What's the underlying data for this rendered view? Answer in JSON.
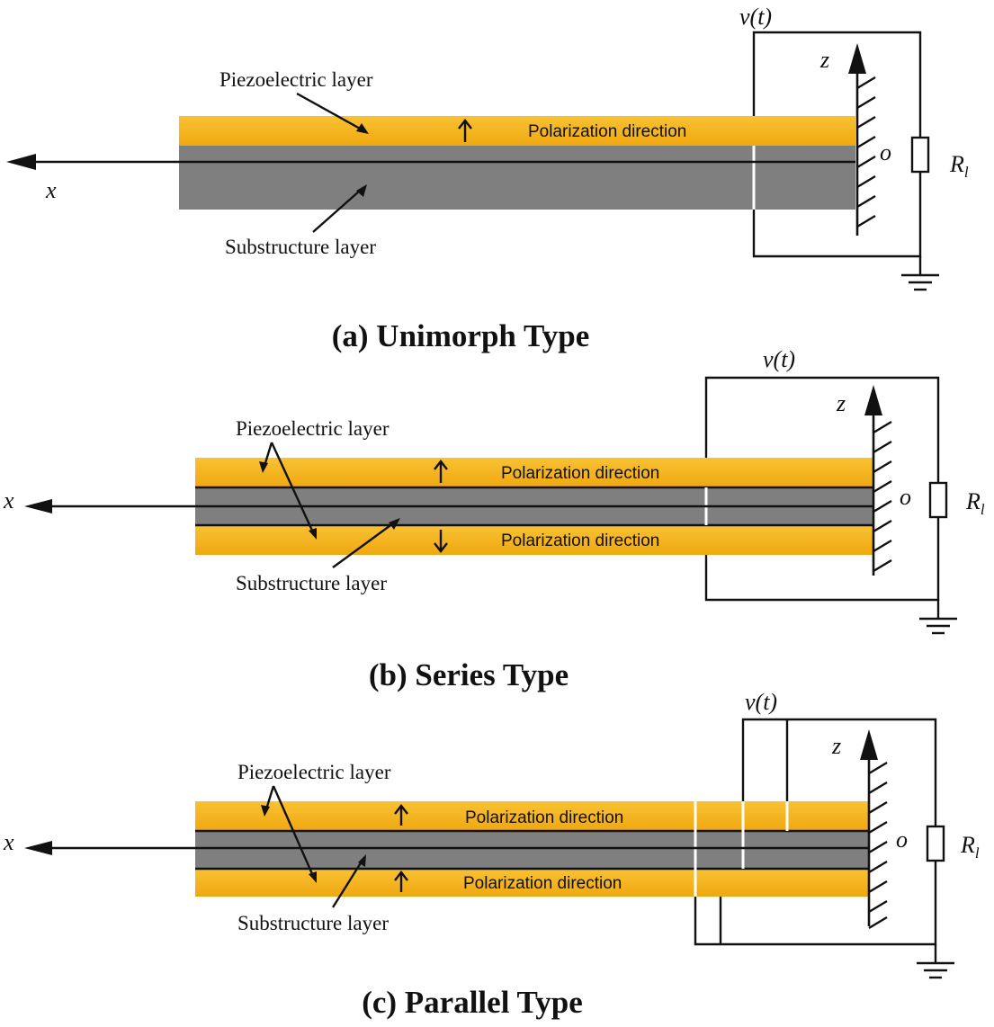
{
  "panels": [
    {
      "caption": "(a) Unimorph Type",
      "piezo_label": "Piezoelectric layer",
      "sub_label": "Substructure layer",
      "polarization": [
        "Polarization direction"
      ],
      "x_label": "x",
      "z_label": "z",
      "o_label": "o",
      "v_label": "v(t)",
      "r_label": "R",
      "r_sub": "l"
    },
    {
      "caption": "(b) Series Type",
      "piezo_label": "Piezoelectric layer",
      "sub_label": "Substructure layer",
      "polarization": [
        "Polarization direction",
        "Polarization direction"
      ],
      "x_label": "x",
      "z_label": "z",
      "o_label": "o",
      "v_label": "v(t)",
      "r_label": "R",
      "r_sub": "l"
    },
    {
      "caption": "(c) Parallel Type",
      "piezo_label": "Piezoelectric layer",
      "sub_label": "Substructure layer",
      "polarization": [
        "Polarization direction",
        "Polarization direction"
      ],
      "x_label": "x",
      "z_label": "z",
      "o_label": "o",
      "v_label": "v(t)",
      "r_label": "R",
      "r_sub": "l"
    }
  ],
  "colors": {
    "piezo": "#F7B620",
    "substructure": "#7F7F7F",
    "line": "#111111"
  }
}
